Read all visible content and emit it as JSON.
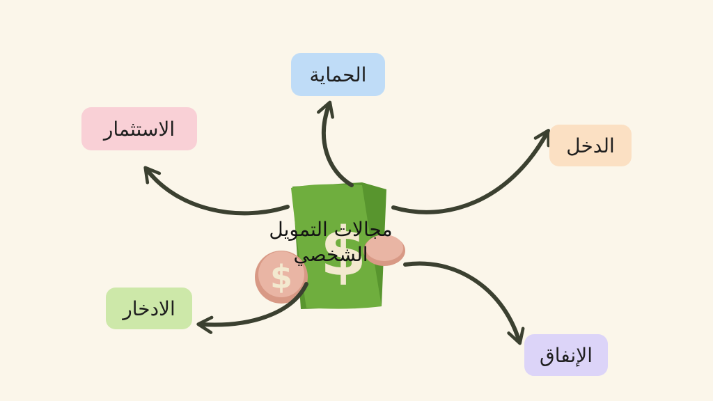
{
  "diagram": {
    "center": {
      "line1": "مجالات التمويل",
      "line2": "الشخصي"
    },
    "nodes": {
      "protection": "الحماية",
      "investment": "الاستثمار",
      "income": "الدخل",
      "saving": "الادخار",
      "spending": "الإنفاق"
    }
  },
  "colors": {
    "background": "#fbf6ea",
    "arrow": "#3b4030",
    "protection": "#bfdcf7",
    "investment": "#f9d0d6",
    "income": "#fbe0c3",
    "saving": "#cde8a9",
    "spending": "#dcd4f8",
    "banknote": "#6fae3e",
    "banknote_dark": "#58952e",
    "coin": "#e9b5a4",
    "coin_rim": "#d89985",
    "symbol": "#f3e9cf"
  },
  "icons": {
    "center": "money-banknote-coins-icon"
  }
}
